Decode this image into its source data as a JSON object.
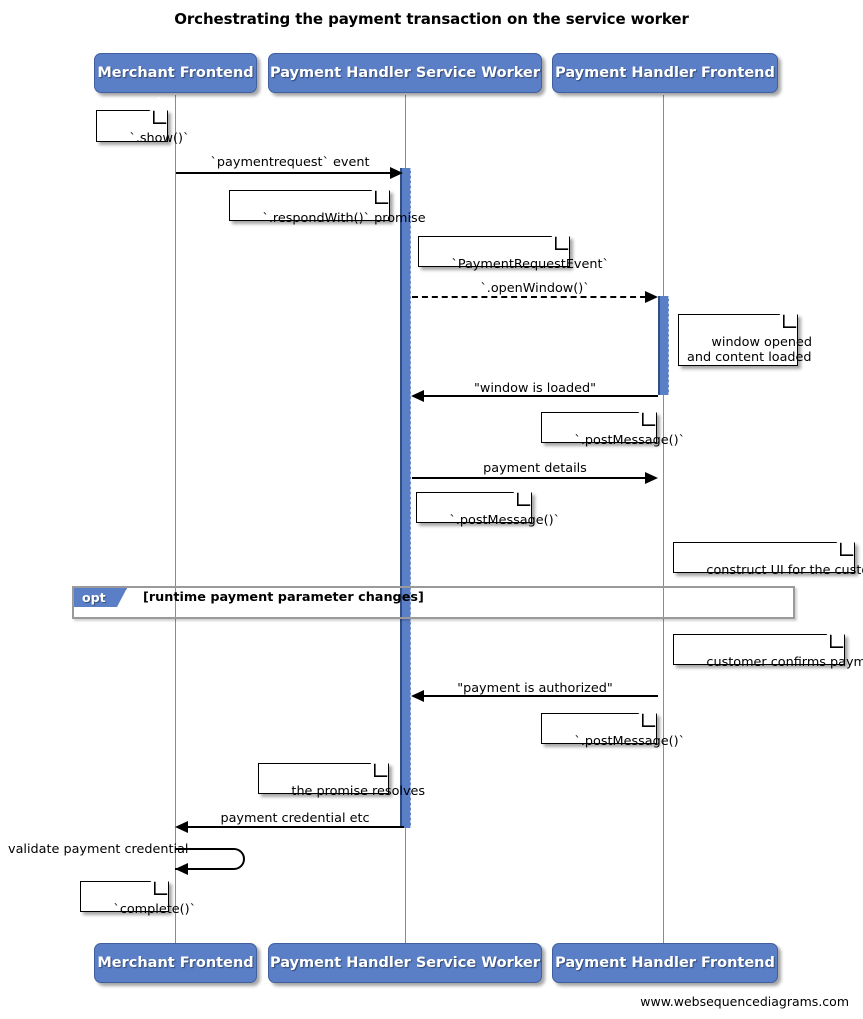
{
  "title": "Orchestrating the payment transaction on the service worker",
  "footer": "www.websequencediagrams.com",
  "colors": {
    "participant_fill": "#5b7fc7",
    "participant_text": "#ffffff",
    "lifeline": "#8c8c8c",
    "activation_fill": "#5b7fc7",
    "note_fill": "#ffffff",
    "arrow": "#000000",
    "fragment_border": "#9a9a9a",
    "fragment_tab": "#5b7fc7"
  },
  "participants": [
    {
      "id": "merchant-frontend",
      "label": "Merchant Frontend"
    },
    {
      "id": "payment-handler-service-worker",
      "label": "Payment Handler Service Worker"
    },
    {
      "id": "payment-handler-frontend",
      "label": "Payment Handler Frontend"
    }
  ],
  "messages": [
    {
      "id": "paymentrequest-event",
      "label": "`paymentrequest` event",
      "from": "merchant-frontend",
      "to": "payment-handler-service-worker",
      "style": "solid",
      "direction": "right"
    },
    {
      "id": "open-window",
      "label": "`.openWindow()`",
      "from": "payment-handler-service-worker",
      "to": "payment-handler-frontend",
      "style": "dashed",
      "direction": "right"
    },
    {
      "id": "window-is-loaded",
      "label": "\"window is loaded\"",
      "from": "payment-handler-frontend",
      "to": "payment-handler-service-worker",
      "style": "solid",
      "direction": "left"
    },
    {
      "id": "payment-details",
      "label": "payment details",
      "from": "payment-handler-service-worker",
      "to": "payment-handler-frontend",
      "style": "solid",
      "direction": "right"
    },
    {
      "id": "payment-is-authorized",
      "label": "\"payment is authorized\"",
      "from": "payment-handler-frontend",
      "to": "payment-handler-service-worker",
      "style": "solid",
      "direction": "left"
    },
    {
      "id": "payment-credential-etc",
      "label": "payment credential etc",
      "from": "payment-handler-service-worker",
      "to": "merchant-frontend",
      "style": "solid",
      "direction": "left"
    },
    {
      "id": "validate-payment-credential",
      "label": "validate payment credential",
      "from": "merchant-frontend",
      "to": "merchant-frontend",
      "style": "self",
      "direction": "left"
    }
  ],
  "notes": [
    {
      "id": "note-show",
      "text": "`.show()`"
    },
    {
      "id": "note-respondwith-promise",
      "text": "`.respondWith()` promise"
    },
    {
      "id": "note-paymentrequestevent",
      "text": "`PaymentRequestEvent`"
    },
    {
      "id": "note-window-opened",
      "text": "window opened\nand content loaded"
    },
    {
      "id": "note-postmessage-1",
      "text": "`.postMessage()`"
    },
    {
      "id": "note-postmessage-2",
      "text": "`.postMessage()`"
    },
    {
      "id": "note-construct-ui",
      "text": "construct UI for the customer"
    },
    {
      "id": "note-customer-confirms",
      "text": "customer confirms payment"
    },
    {
      "id": "note-postmessage-3",
      "text": "`.postMessage()`"
    },
    {
      "id": "note-promise-resolves",
      "text": "the promise resolves"
    },
    {
      "id": "note-complete",
      "text": "`complete()`"
    }
  ],
  "fragment": {
    "id": "opt-fragment",
    "operator": "opt",
    "condition": "[runtime payment parameter changes]"
  }
}
